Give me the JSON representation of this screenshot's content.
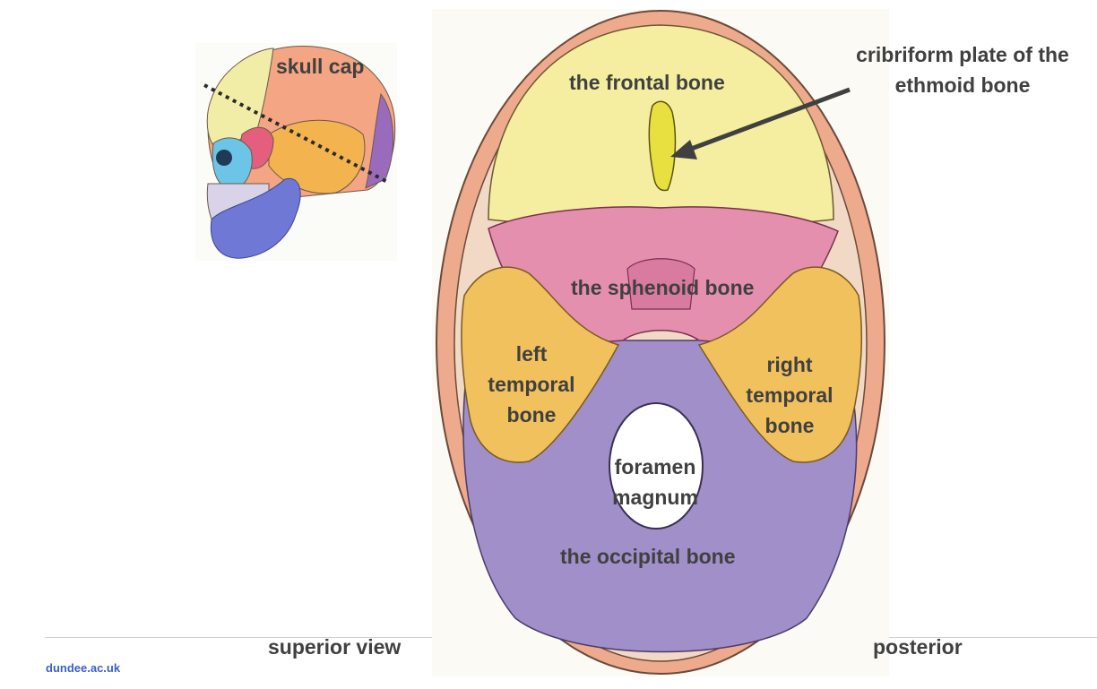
{
  "labels": {
    "skull_cap": "skull cap",
    "frontal": "the frontal bone",
    "cribriform_line1": "cribriform plate of the",
    "cribriform_line2": "ethmoid bone",
    "sphenoid": "the sphenoid bone",
    "left_temporal": [
      "left",
      "temporal",
      "bone"
    ],
    "right_temporal": [
      "right",
      "temporal",
      "bone"
    ],
    "foramen": [
      "foramen",
      "magnum"
    ],
    "occipital": "the occipital bone"
  },
  "footer": {
    "left_caption": "superior view",
    "right_caption": "posterior",
    "brand": "dundee.ac.uk"
  },
  "colors": {
    "frontal": "#f5eea0",
    "sphenoid": "#e58fae",
    "temporal": "#f1c15e",
    "occipital": "#a08fc8",
    "parietal_rim": "#eeaa8c",
    "cribriform": "#e8e040",
    "skull_lateral_frontal": "#f2eda6",
    "skull_lateral_parietal": "#f4a583",
    "skull_lateral_temporal": "#f3b34f",
    "skull_lateral_mandible": "#6f78d4",
    "skull_lateral_occipital": "#9a6bbd",
    "skull_lateral_sphenoid": "#e35f7d",
    "skull_lateral_zygomatic": "#6cc5e6"
  }
}
